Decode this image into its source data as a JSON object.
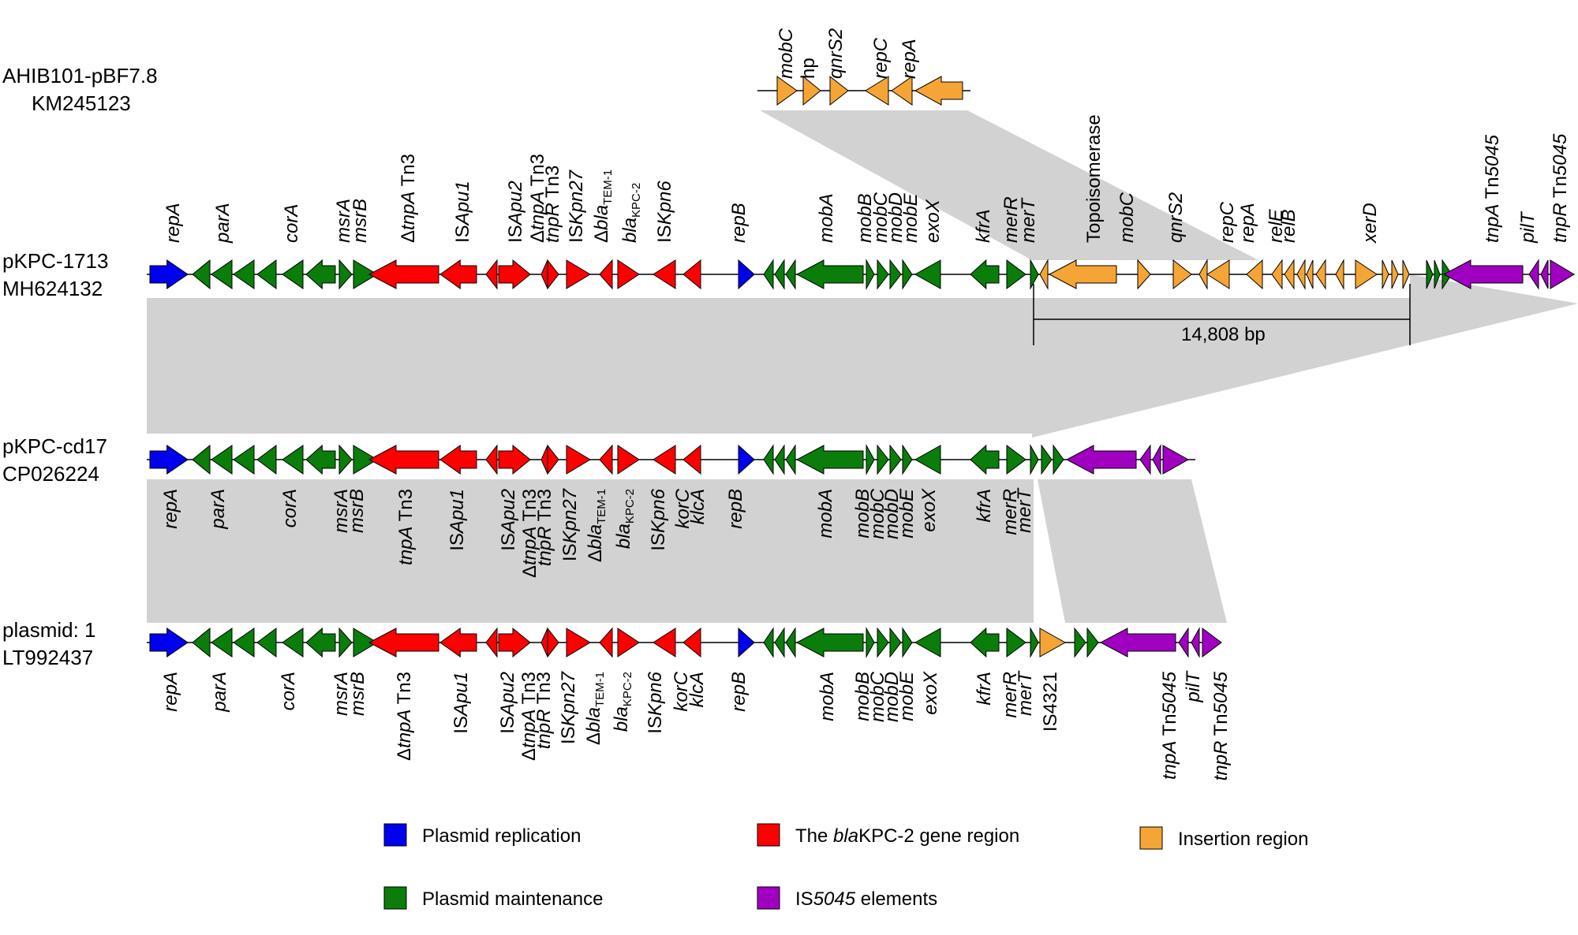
{
  "colors": {
    "replication": "#0000ee",
    "bla": "#ff0000",
    "insertion": "#f4a535",
    "maintenance": "#0a7d0a",
    "is5045": "#a000c0",
    "shade": "#d2d2d2"
  },
  "tracks": [
    {
      "id": "ahib",
      "name": "AHIB101-pBF7.8",
      "accession": "KM245123"
    },
    {
      "id": "pkpc1713",
      "name": "pKPC-1713",
      "accession": "MH624132"
    },
    {
      "id": "pkpccd17",
      "name": "pKPC-cd17",
      "accession": "CP026224"
    },
    {
      "id": "plasmid1",
      "name": "plasmid: 1",
      "accession": "LT992437"
    }
  ],
  "scale_bar": {
    "label": "14,808 bp"
  },
  "labels": {
    "ahib": [
      {
        "parts": [
          {
            "t": "mobC",
            "i": true
          }
        ]
      },
      {
        "parts": [
          {
            "t": "hp",
            "i": false
          }
        ]
      },
      {
        "parts": [
          {
            "t": "qnrS2",
            "i": true
          }
        ]
      },
      {
        "parts": [
          {
            "t": "repC",
            "i": true
          }
        ]
      },
      {
        "parts": [
          {
            "t": "repA",
            "i": true
          }
        ]
      }
    ],
    "pkpc1713": [
      {
        "parts": [
          {
            "t": "repA",
            "i": true
          }
        ]
      },
      {
        "parts": [
          {
            "t": "parA",
            "i": true
          }
        ]
      },
      {
        "parts": [
          {
            "t": "corA",
            "i": true
          }
        ]
      },
      {
        "parts": [
          {
            "t": "msrA",
            "i": true
          }
        ]
      },
      {
        "parts": [
          {
            "t": "msrB",
            "i": true
          }
        ]
      },
      {
        "parts": [
          {
            "t": "Δ",
            "i": false
          },
          {
            "t": "tnpA",
            "i": true
          },
          {
            "t": " Tn3",
            "i": false
          }
        ]
      },
      {
        "parts": [
          {
            "t": "IS",
            "i": false
          },
          {
            "t": "Apu1",
            "i": true
          }
        ]
      },
      {
        "parts": [
          {
            "t": "IS",
            "i": false
          },
          {
            "t": "Apu2",
            "i": true
          }
        ]
      },
      {
        "parts": [
          {
            "t": "Δ",
            "i": false
          },
          {
            "t": "tnpA",
            "i": true
          },
          {
            "t": " Tn3",
            "i": false
          }
        ]
      },
      {
        "parts": [
          {
            "t": "tnpR",
            "i": true
          },
          {
            "t": " Tn3",
            "i": false
          }
        ]
      },
      {
        "parts": [
          {
            "t": "IS",
            "i": false
          },
          {
            "t": "Kpn27",
            "i": true
          }
        ]
      },
      {
        "parts": [
          {
            "t": "Δ",
            "i": false
          },
          {
            "t": "bla",
            "i": true
          },
          {
            "t": "TEM-1",
            "i": false,
            "sub": true
          }
        ]
      },
      {
        "parts": [
          {
            "t": "bla",
            "i": true
          },
          {
            "t": "KPC-2",
            "i": false,
            "sub": true
          }
        ]
      },
      {
        "parts": [
          {
            "t": "IS",
            "i": false
          },
          {
            "t": "Kpn6",
            "i": true
          }
        ]
      },
      {
        "parts": [
          {
            "t": "repB",
            "i": true
          }
        ]
      },
      {
        "parts": [
          {
            "t": "mobA",
            "i": true
          }
        ]
      },
      {
        "parts": [
          {
            "t": "mobB",
            "i": true
          }
        ]
      },
      {
        "parts": [
          {
            "t": "mobC",
            "i": true
          }
        ]
      },
      {
        "parts": [
          {
            "t": "mobD",
            "i": true
          }
        ]
      },
      {
        "parts": [
          {
            "t": "mobE",
            "i": true
          }
        ]
      },
      {
        "parts": [
          {
            "t": "exoX",
            "i": true
          }
        ]
      },
      {
        "parts": [
          {
            "t": "kfrA",
            "i": true
          }
        ]
      },
      {
        "parts": [
          {
            "t": "merR",
            "i": true
          }
        ]
      },
      {
        "parts": [
          {
            "t": "merT",
            "i": true
          }
        ]
      },
      {
        "parts": [
          {
            "t": "Topoisomerase",
            "i": false
          }
        ]
      },
      {
        "parts": [
          {
            "t": "mobC",
            "i": true
          }
        ]
      },
      {
        "parts": [
          {
            "t": "qnrS2",
            "i": true
          }
        ]
      },
      {
        "parts": [
          {
            "t": "repC",
            "i": true
          }
        ]
      },
      {
        "parts": [
          {
            "t": "repA",
            "i": true
          }
        ]
      },
      {
        "parts": [
          {
            "t": "relE",
            "i": true
          }
        ]
      },
      {
        "parts": [
          {
            "t": "relB",
            "i": true
          }
        ]
      },
      {
        "parts": [
          {
            "t": "xerD",
            "i": true
          }
        ]
      },
      {
        "parts": [
          {
            "t": "tnpA",
            "i": true
          },
          {
            "t": " Tn",
            "i": false
          },
          {
            "t": "5045",
            "i": true
          }
        ]
      },
      {
        "parts": [
          {
            "t": "pilT",
            "i": true
          }
        ]
      },
      {
        "parts": [
          {
            "t": "tnpR",
            "i": true
          },
          {
            "t": " Tn",
            "i": false
          },
          {
            "t": "5045",
            "i": true
          }
        ]
      }
    ],
    "pkpccd17": [
      {
        "parts": [
          {
            "t": "repA",
            "i": true
          }
        ]
      },
      {
        "parts": [
          {
            "t": "parA",
            "i": true
          }
        ]
      },
      {
        "parts": [
          {
            "t": "corA",
            "i": true
          }
        ]
      },
      {
        "parts": [
          {
            "t": "msrA",
            "i": true
          }
        ]
      },
      {
        "parts": [
          {
            "t": "msrB",
            "i": true
          }
        ]
      },
      {
        "parts": [
          {
            "t": "tnpA",
            "i": true
          },
          {
            "t": " Tn3",
            "i": false
          }
        ]
      },
      {
        "parts": [
          {
            "t": "IS",
            "i": false
          },
          {
            "t": "Apu1",
            "i": true
          }
        ]
      },
      {
        "parts": [
          {
            "t": "IS",
            "i": false
          },
          {
            "t": "Apu2",
            "i": true
          }
        ]
      },
      {
        "parts": [
          {
            "t": "Δ",
            "i": false
          },
          {
            "t": "tnpA",
            "i": true
          },
          {
            "t": " Tn3",
            "i": false
          }
        ]
      },
      {
        "parts": [
          {
            "t": "tnpR",
            "i": true
          },
          {
            "t": " Tn3",
            "i": false
          }
        ]
      },
      {
        "parts": [
          {
            "t": "IS",
            "i": false
          },
          {
            "t": "Kpn27",
            "i": true
          }
        ]
      },
      {
        "parts": [
          {
            "t": "Δ",
            "i": false
          },
          {
            "t": "bla",
            "i": true
          },
          {
            "t": "TEM-1",
            "i": false,
            "sub": true
          }
        ]
      },
      {
        "parts": [
          {
            "t": "bla",
            "i": true
          },
          {
            "t": "KPC-2",
            "i": false,
            "sub": true
          }
        ]
      },
      {
        "parts": [
          {
            "t": "IS",
            "i": false
          },
          {
            "t": "Kpn6",
            "i": true
          }
        ]
      },
      {
        "parts": [
          {
            "t": "korC",
            "i": true
          }
        ]
      },
      {
        "parts": [
          {
            "t": "klcA",
            "i": true
          }
        ]
      },
      {
        "parts": [
          {
            "t": "repB",
            "i": true
          }
        ]
      },
      {
        "parts": [
          {
            "t": "mobA",
            "i": true
          }
        ]
      },
      {
        "parts": [
          {
            "t": "mobB",
            "i": true
          }
        ]
      },
      {
        "parts": [
          {
            "t": "mobC",
            "i": true
          }
        ]
      },
      {
        "parts": [
          {
            "t": "mobD",
            "i": true
          }
        ]
      },
      {
        "parts": [
          {
            "t": "mobE",
            "i": true
          }
        ]
      },
      {
        "parts": [
          {
            "t": "exoX",
            "i": true
          }
        ]
      },
      {
        "parts": [
          {
            "t": "kfrA",
            "i": true
          }
        ]
      },
      {
        "parts": [
          {
            "t": "merR",
            "i": true
          }
        ]
      },
      {
        "parts": [
          {
            "t": "merT",
            "i": true
          }
        ]
      }
    ],
    "plasmid1": [
      {
        "parts": [
          {
            "t": "repA",
            "i": true
          }
        ]
      },
      {
        "parts": [
          {
            "t": "parA",
            "i": true
          }
        ]
      },
      {
        "parts": [
          {
            "t": "corA",
            "i": true
          }
        ]
      },
      {
        "parts": [
          {
            "t": "msrA",
            "i": true
          }
        ]
      },
      {
        "parts": [
          {
            "t": "msrB",
            "i": true
          }
        ]
      },
      {
        "parts": [
          {
            "t": "Δ",
            "i": false
          },
          {
            "t": "tnpA",
            "i": true
          },
          {
            "t": " Tn3",
            "i": false
          }
        ]
      },
      {
        "parts": [
          {
            "t": "IS",
            "i": false
          },
          {
            "t": "Apu1",
            "i": true
          }
        ]
      },
      {
        "parts": [
          {
            "t": "IS",
            "i": false
          },
          {
            "t": "Apu2",
            "i": true
          }
        ]
      },
      {
        "parts": [
          {
            "t": "Δ",
            "i": false
          },
          {
            "t": "tnpA",
            "i": true
          },
          {
            "t": " Tn3",
            "i": false
          }
        ]
      },
      {
        "parts": [
          {
            "t": "tnpR",
            "i": true
          },
          {
            "t": " Tn3",
            "i": false
          }
        ]
      },
      {
        "parts": [
          {
            "t": "IS",
            "i": false
          },
          {
            "t": "Kpn27",
            "i": true
          }
        ]
      },
      {
        "parts": [
          {
            "t": "Δ",
            "i": false
          },
          {
            "t": "bla",
            "i": true
          },
          {
            "t": "TEM-1",
            "i": false,
            "sub": true
          }
        ]
      },
      {
        "parts": [
          {
            "t": "bla",
            "i": true
          },
          {
            "t": "KPC-2",
            "i": false,
            "sub": true
          }
        ]
      },
      {
        "parts": [
          {
            "t": "IS",
            "i": false
          },
          {
            "t": "Kpn6",
            "i": true
          }
        ]
      },
      {
        "parts": [
          {
            "t": "korC",
            "i": true
          }
        ]
      },
      {
        "parts": [
          {
            "t": "klcA",
            "i": true
          }
        ]
      },
      {
        "parts": [
          {
            "t": "repB",
            "i": true
          }
        ]
      },
      {
        "parts": [
          {
            "t": "mobA",
            "i": true
          }
        ]
      },
      {
        "parts": [
          {
            "t": "mobB",
            "i": true
          }
        ]
      },
      {
        "parts": [
          {
            "t": "mobC",
            "i": true
          }
        ]
      },
      {
        "parts": [
          {
            "t": "mobD",
            "i": true
          }
        ]
      },
      {
        "parts": [
          {
            "t": "mobE",
            "i": true
          }
        ]
      },
      {
        "parts": [
          {
            "t": "exoX",
            "i": true
          }
        ]
      },
      {
        "parts": [
          {
            "t": "kfrA",
            "i": true
          }
        ]
      },
      {
        "parts": [
          {
            "t": "merR",
            "i": true
          }
        ]
      },
      {
        "parts": [
          {
            "t": "merT",
            "i": true
          }
        ]
      },
      {
        "parts": [
          {
            "t": "IS4321",
            "i": false
          }
        ]
      },
      {
        "parts": [
          {
            "t": "tnpA",
            "i": true
          },
          {
            "t": " Tn",
            "i": false
          },
          {
            "t": "5045",
            "i": true
          }
        ]
      },
      {
        "parts": [
          {
            "t": "pilT",
            "i": true
          }
        ]
      },
      {
        "parts": [
          {
            "t": "tnpR",
            "i": true
          },
          {
            "t": " Tn",
            "i": false
          },
          {
            "t": "5045",
            "i": true
          }
        ]
      }
    ]
  },
  "legend": [
    {
      "color_key": "replication",
      "parts": [
        {
          "t": "Plasmid replication",
          "i": false
        }
      ]
    },
    {
      "color_key": "bla",
      "parts": [
        {
          "t": "The ",
          "i": false
        },
        {
          "t": "bla",
          "i": true
        },
        {
          "t": "KPC-2 gene region",
          "i": false
        }
      ]
    },
    {
      "color_key": "insertion",
      "parts": [
        {
          "t": "Insertion region",
          "i": false
        }
      ]
    },
    {
      "color_key": "maintenance",
      "parts": [
        {
          "t": "Plasmid maintenance",
          "i": false
        }
      ]
    },
    {
      "color_key": "is5045",
      "parts": [
        {
          "t": "IS",
          "i": false
        },
        {
          "t": "5045",
          "i": true
        },
        {
          "t": " elements",
          "i": false
        }
      ]
    }
  ]
}
